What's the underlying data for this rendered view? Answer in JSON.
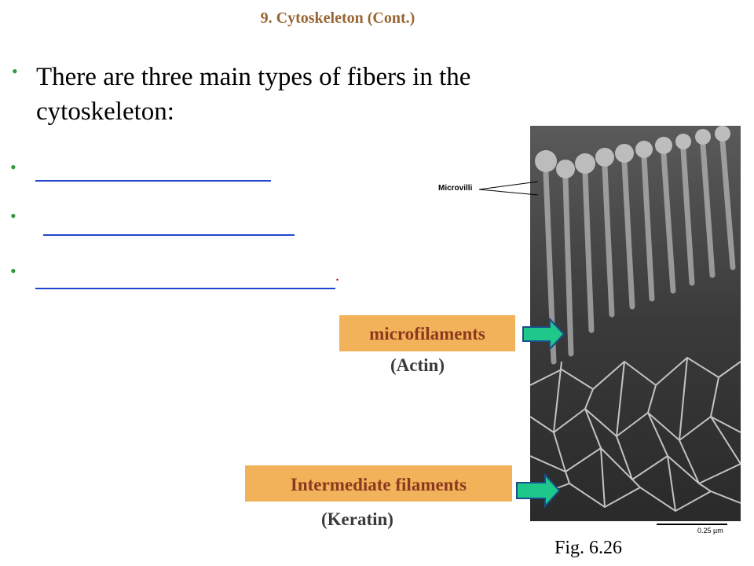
{
  "slide": {
    "title": "9. Cytoskeleton (Cont.)",
    "intro": "There are three main types of fibers in the cytoskeleton:",
    "blank_period": ".",
    "colors": {
      "title": "#996633",
      "bullet": "#2e9a3e",
      "blank_line": "#2244cc",
      "label_fill": "#f2b25a",
      "label_text": "#8b3a1e",
      "arrow_fill": "#1ec78a"
    }
  },
  "figure": {
    "microvilli_label": "Microvilli",
    "scale_label": "0.25 µm",
    "microfilaments_label": "microfilaments",
    "actin_label": "(Actin)",
    "intermediate_label": "Intermediate filaments",
    "keratin_label": "(Keratin)",
    "caption": "Fig. 6.26",
    "arrow_icon": "right-arrow-icon"
  }
}
